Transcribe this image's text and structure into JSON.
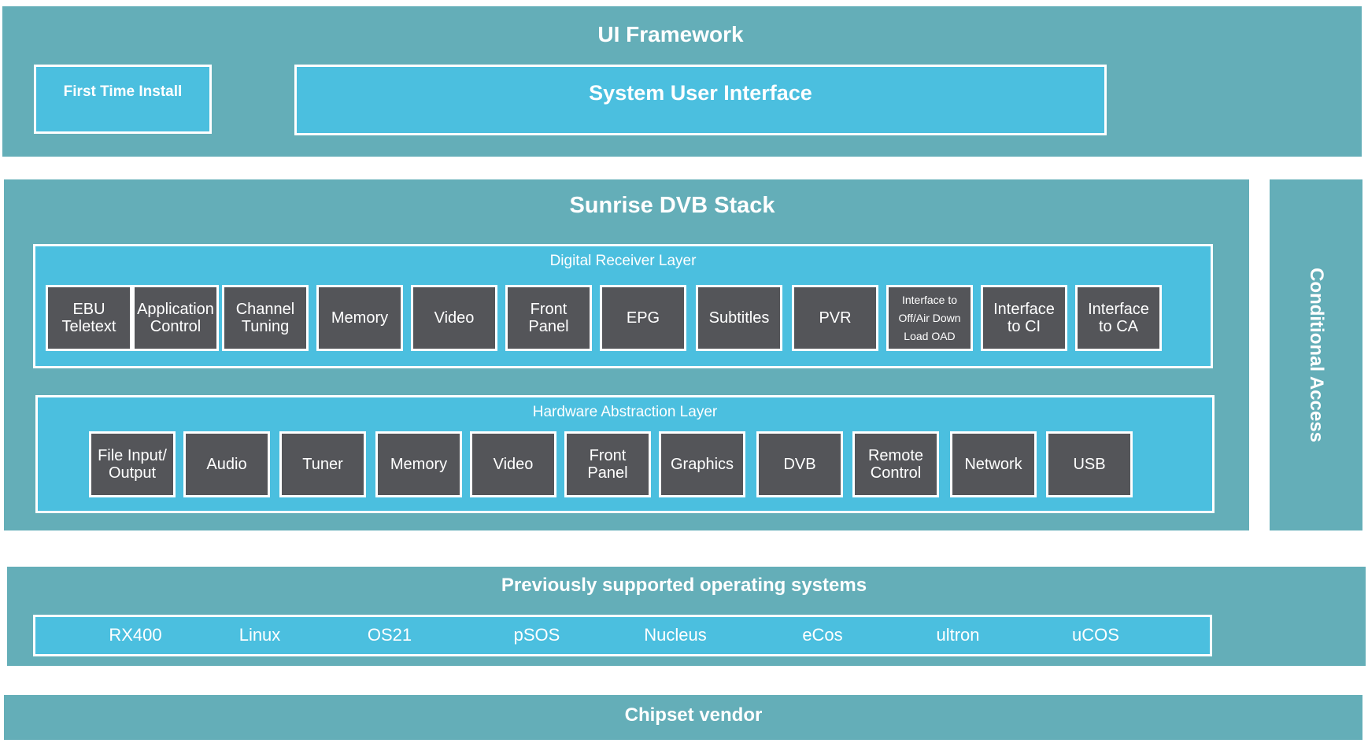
{
  "ui_framework": {
    "title": "UI Framework",
    "first_time_install": "First Time Install",
    "system_user_interface": "System User Interface"
  },
  "dvb_stack": {
    "title": "Sunrise DVB Stack",
    "digital_receiver_layer": {
      "title": "Digital Receiver Layer",
      "modules": [
        {
          "label": "EBU\nTeletext"
        },
        {
          "label": "Application\nControl"
        },
        {
          "label": "Channel\nTuning"
        },
        {
          "label": "Memory"
        },
        {
          "label": "Video"
        },
        {
          "label": "Front\nPanel"
        },
        {
          "label": "EPG"
        },
        {
          "label": "Subtitles"
        },
        {
          "label": "PVR"
        },
        {
          "label": "Interface to\nOff/Air Down\nLoad OAD"
        },
        {
          "label": "Interface\nto CI"
        },
        {
          "label": "Interface\nto CA"
        }
      ]
    },
    "hardware_abstraction_layer": {
      "title": "Hardware Abstraction Layer",
      "modules": [
        {
          "label": "File Input/\nOutput"
        },
        {
          "label": "Audio"
        },
        {
          "label": "Tuner"
        },
        {
          "label": "Memory"
        },
        {
          "label": "Video"
        },
        {
          "label": "Front\nPanel"
        },
        {
          "label": "Graphics"
        },
        {
          "label": "DVB"
        },
        {
          "label": "Remote\nControl"
        },
        {
          "label": "Network"
        },
        {
          "label": "USB"
        }
      ]
    }
  },
  "conditional_access": {
    "title": "Conditional Access"
  },
  "operating_systems": {
    "title": "Previously supported operating systems",
    "items": [
      "RX400",
      "Linux",
      "OS21",
      "pSOS",
      "Nucleus",
      "eCos",
      "ultron",
      "uCOS"
    ]
  },
  "chipset_vendor": {
    "title": "Chipset vendor"
  },
  "colors": {
    "panel": "#64aeb8",
    "layer": "#4bbfdf",
    "module": "#545559",
    "text": "#ffffff"
  }
}
